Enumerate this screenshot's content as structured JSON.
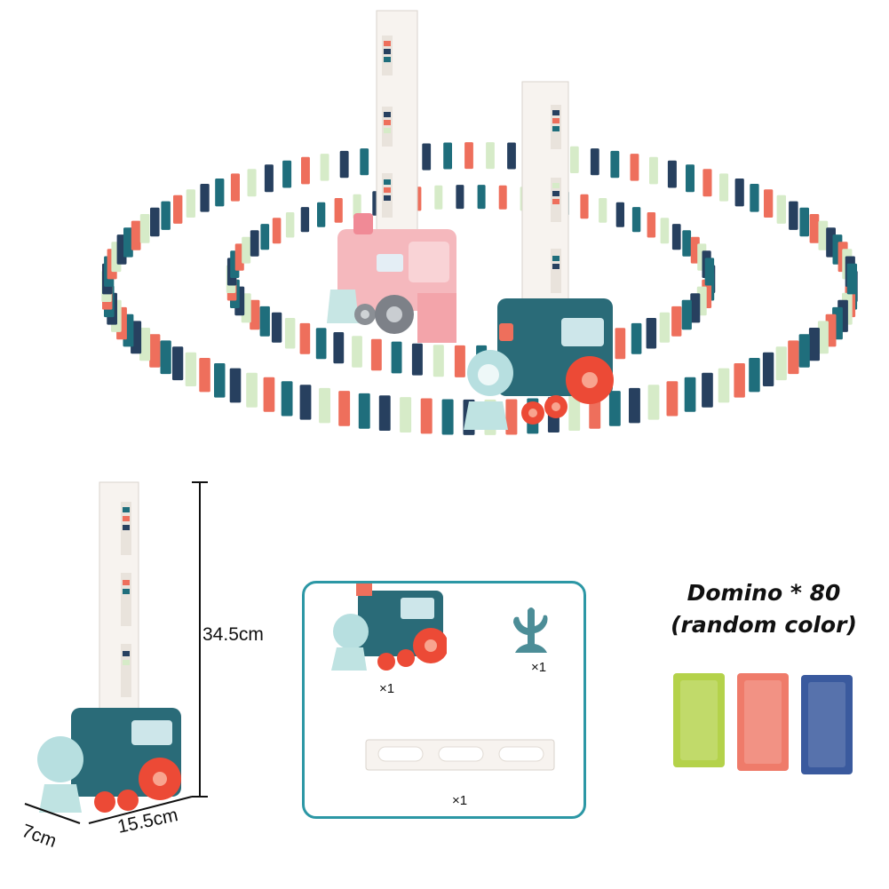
{
  "dimensions": {
    "height": "34.5cm",
    "width": "7cm",
    "length": "15.5cm"
  },
  "package_contents": {
    "train_qty": "×1",
    "tree_qty": "×1",
    "ladder_qty": "×1"
  },
  "domino_info": {
    "line1": "Domino * 80",
    "line2": "(random color)"
  },
  "domino_colors": [
    "#b4d24a",
    "#ef7b6a",
    "#3a5a9e"
  ],
  "palette": {
    "domino_navy": "#27405f",
    "domino_teal": "#1f6e7c",
    "domino_coral": "#ee6f5c",
    "domino_mint": "#d6ebc8",
    "train_teal": "#2a6b78",
    "train_pink": "#f5b8bd",
    "wheel_red": "#ec4a36",
    "border_teal": "#2c97a5"
  }
}
